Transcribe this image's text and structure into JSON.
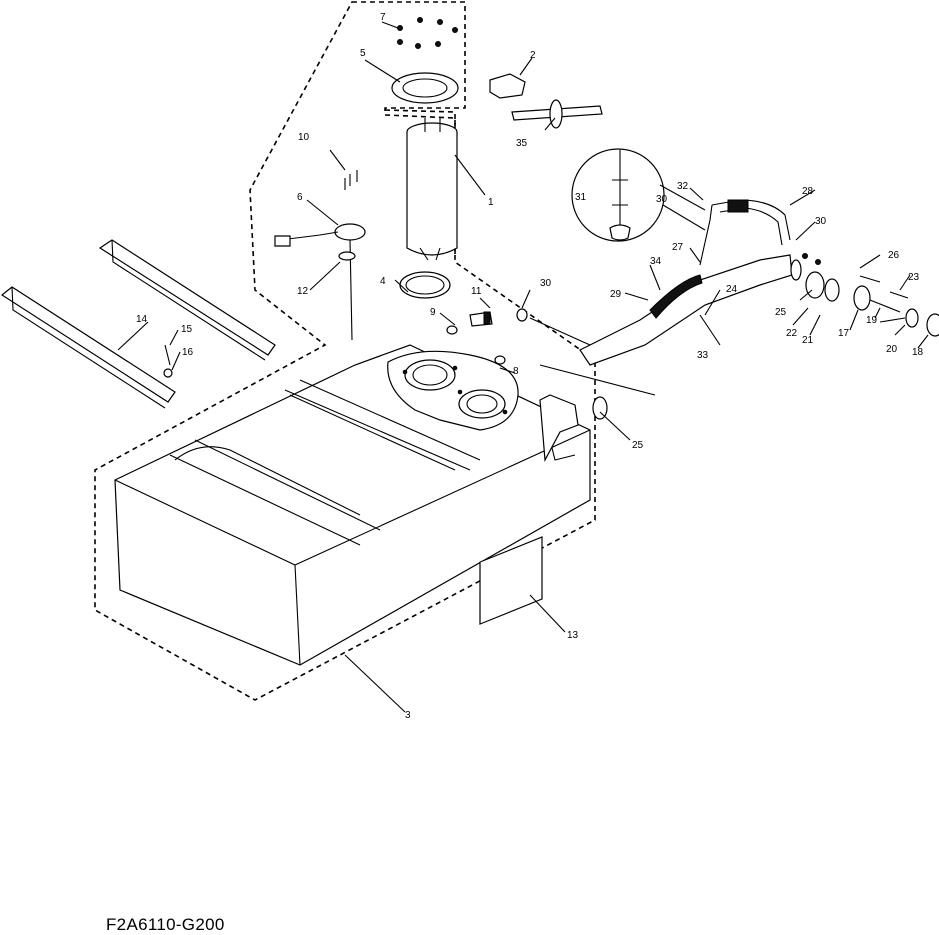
{
  "figure_code": "F2A6110-G200",
  "callouts": {
    "c1": "1",
    "c2": "2",
    "c3": "3",
    "c4": "4",
    "c5": "5",
    "c6": "6",
    "c7": "7",
    "c8": "8",
    "c9": "9",
    "c10": "10",
    "c11": "11",
    "c12": "12",
    "c13": "13",
    "c14": "14",
    "c15": "15",
    "c16": "16",
    "c17": "17",
    "c18": "18",
    "c19": "19",
    "c20": "20",
    "c21": "21",
    "c22": "22",
    "c23": "23",
    "c24": "24",
    "c25a": "25",
    "c25b": "25",
    "c26": "26",
    "c27": "27",
    "c28": "28",
    "c29": "29",
    "c30a": "30",
    "c30b": "30",
    "c30c": "30",
    "c31": "31",
    "c32": "32",
    "c33": "33",
    "c34": "34",
    "c35": "35"
  }
}
